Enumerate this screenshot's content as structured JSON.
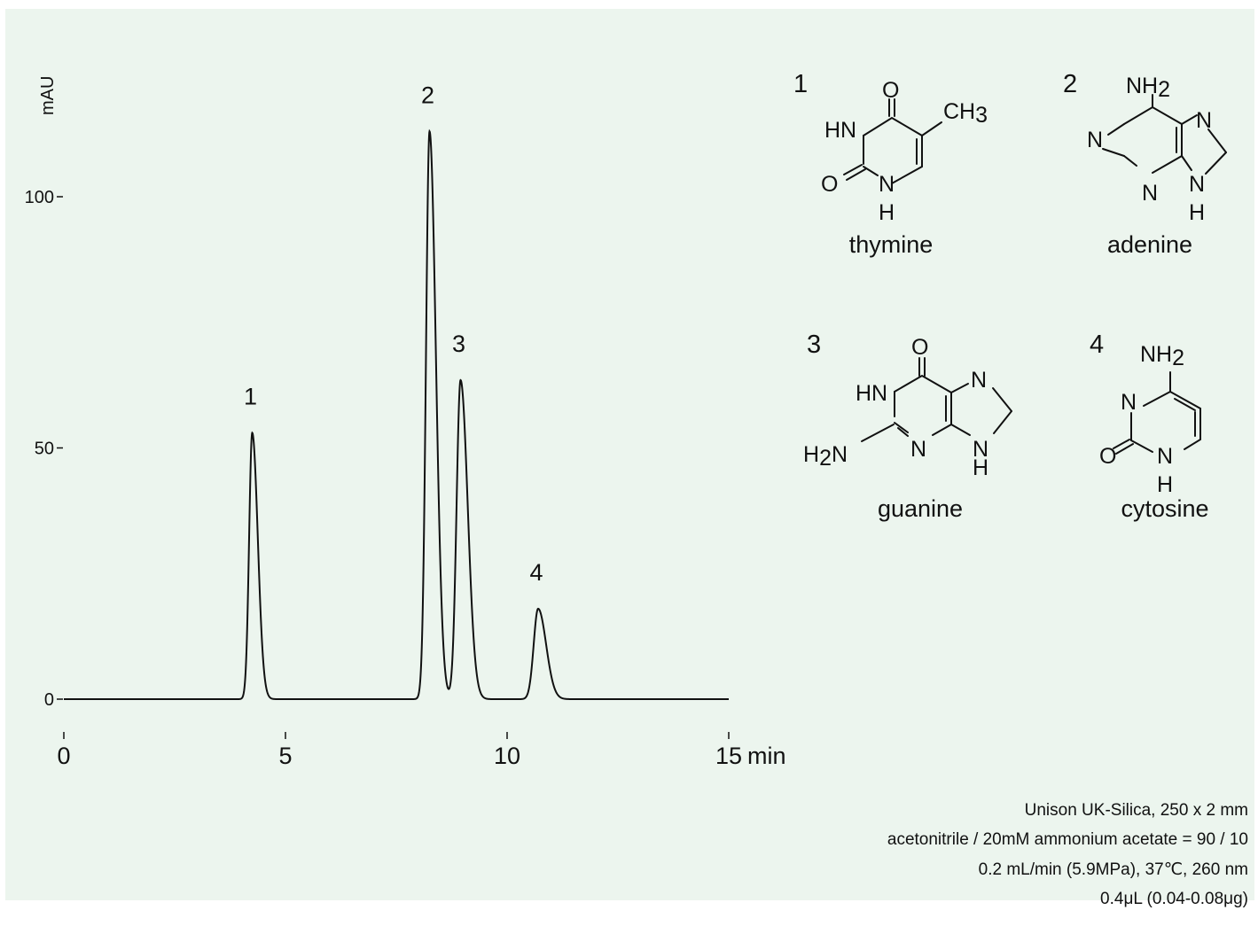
{
  "chart_data": {
    "type": "line",
    "xlabel": "min",
    "ylabel": "mAU",
    "xlim": [
      0,
      15
    ],
    "ylim": [
      0,
      120
    ],
    "x_ticks": [
      0,
      5,
      10,
      15
    ],
    "y_ticks": [
      0,
      50,
      100
    ],
    "grid": false,
    "baseline": 0,
    "peaks": [
      {
        "label": "1",
        "rt": 4.25,
        "height": 53,
        "width": 0.07
      },
      {
        "label": "2",
        "rt": 8.25,
        "height": 113,
        "width": 0.08
      },
      {
        "label": "3",
        "rt": 8.95,
        "height": 63.5,
        "width": 0.09
      },
      {
        "label": "4",
        "rt": 10.7,
        "height": 18,
        "width": 0.1
      }
    ]
  },
  "compounds": [
    {
      "number": "1",
      "name": "thymine"
    },
    {
      "number": "2",
      "name": "adenine"
    },
    {
      "number": "3",
      "name": "guanine"
    },
    {
      "number": "4",
      "name": "cytosine"
    }
  ],
  "atoms": {
    "O": "O",
    "N": "N",
    "HN": "HN",
    "H": "H",
    "CH": "CH",
    "NH": "NH",
    "H2N_H": "H",
    "sub2": "2",
    "sub3": "3"
  },
  "conditions": [
    "Unison UK-Silica, 250 x 2 mm",
    "acetonitrile / 20mM ammonium acetate = 90 / 10",
    "0.2 mL/min (5.9MPa), 37℃, 260 nm",
    "0.4μL (0.04-0.08μg)"
  ]
}
